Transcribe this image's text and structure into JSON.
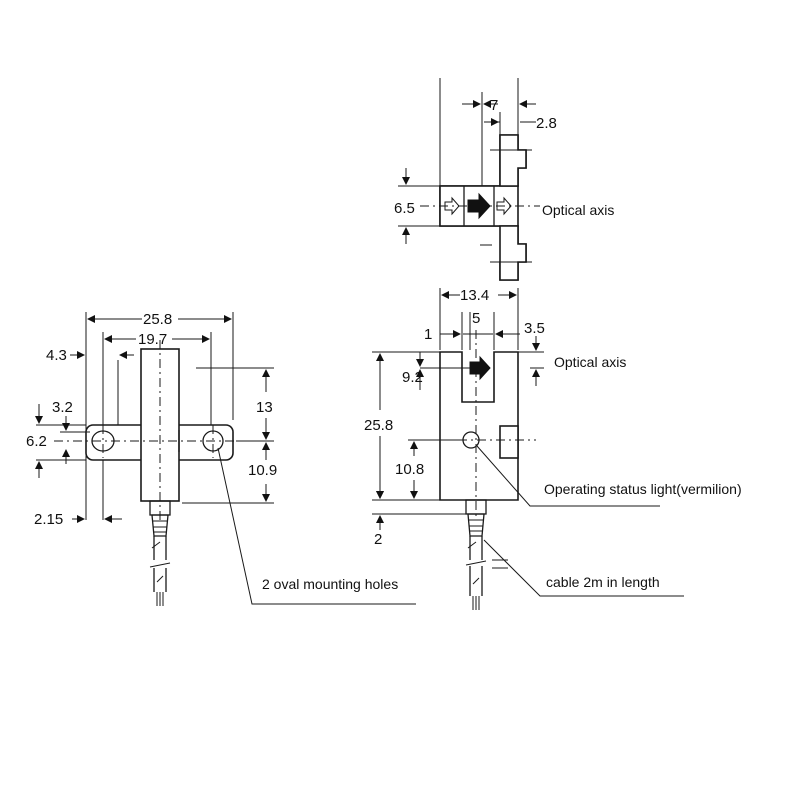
{
  "dimensions": {
    "top_view": {
      "d7": "7",
      "d2_8": "2.8",
      "d6_5": "6.5"
    },
    "front_view": {
      "d13_4": "13.4",
      "d1": "1",
      "d5": "5",
      "d3_5": "3.5",
      "d9_2": "9.2",
      "d25_8": "25.8",
      "d10_8": "10.8",
      "d2": "2"
    },
    "side_view": {
      "d25_8": "25.8",
      "d19_7": "19.7",
      "d4_3": "4.3",
      "d3_2": "3.2",
      "d6_2": "6.2",
      "d13": "13",
      "d10_9": "10.9",
      "d2_15": "2.15"
    }
  },
  "callouts": {
    "optical_axis_top": "Optical axis",
    "optical_axis_front": "Optical axis",
    "status_light": "Operating status light(vermilion)",
    "mounting_holes": "2 oval mounting holes",
    "cable": "cable 2m in length"
  },
  "colors": {
    "line": "#1a1a1a",
    "background": "#ffffff"
  }
}
